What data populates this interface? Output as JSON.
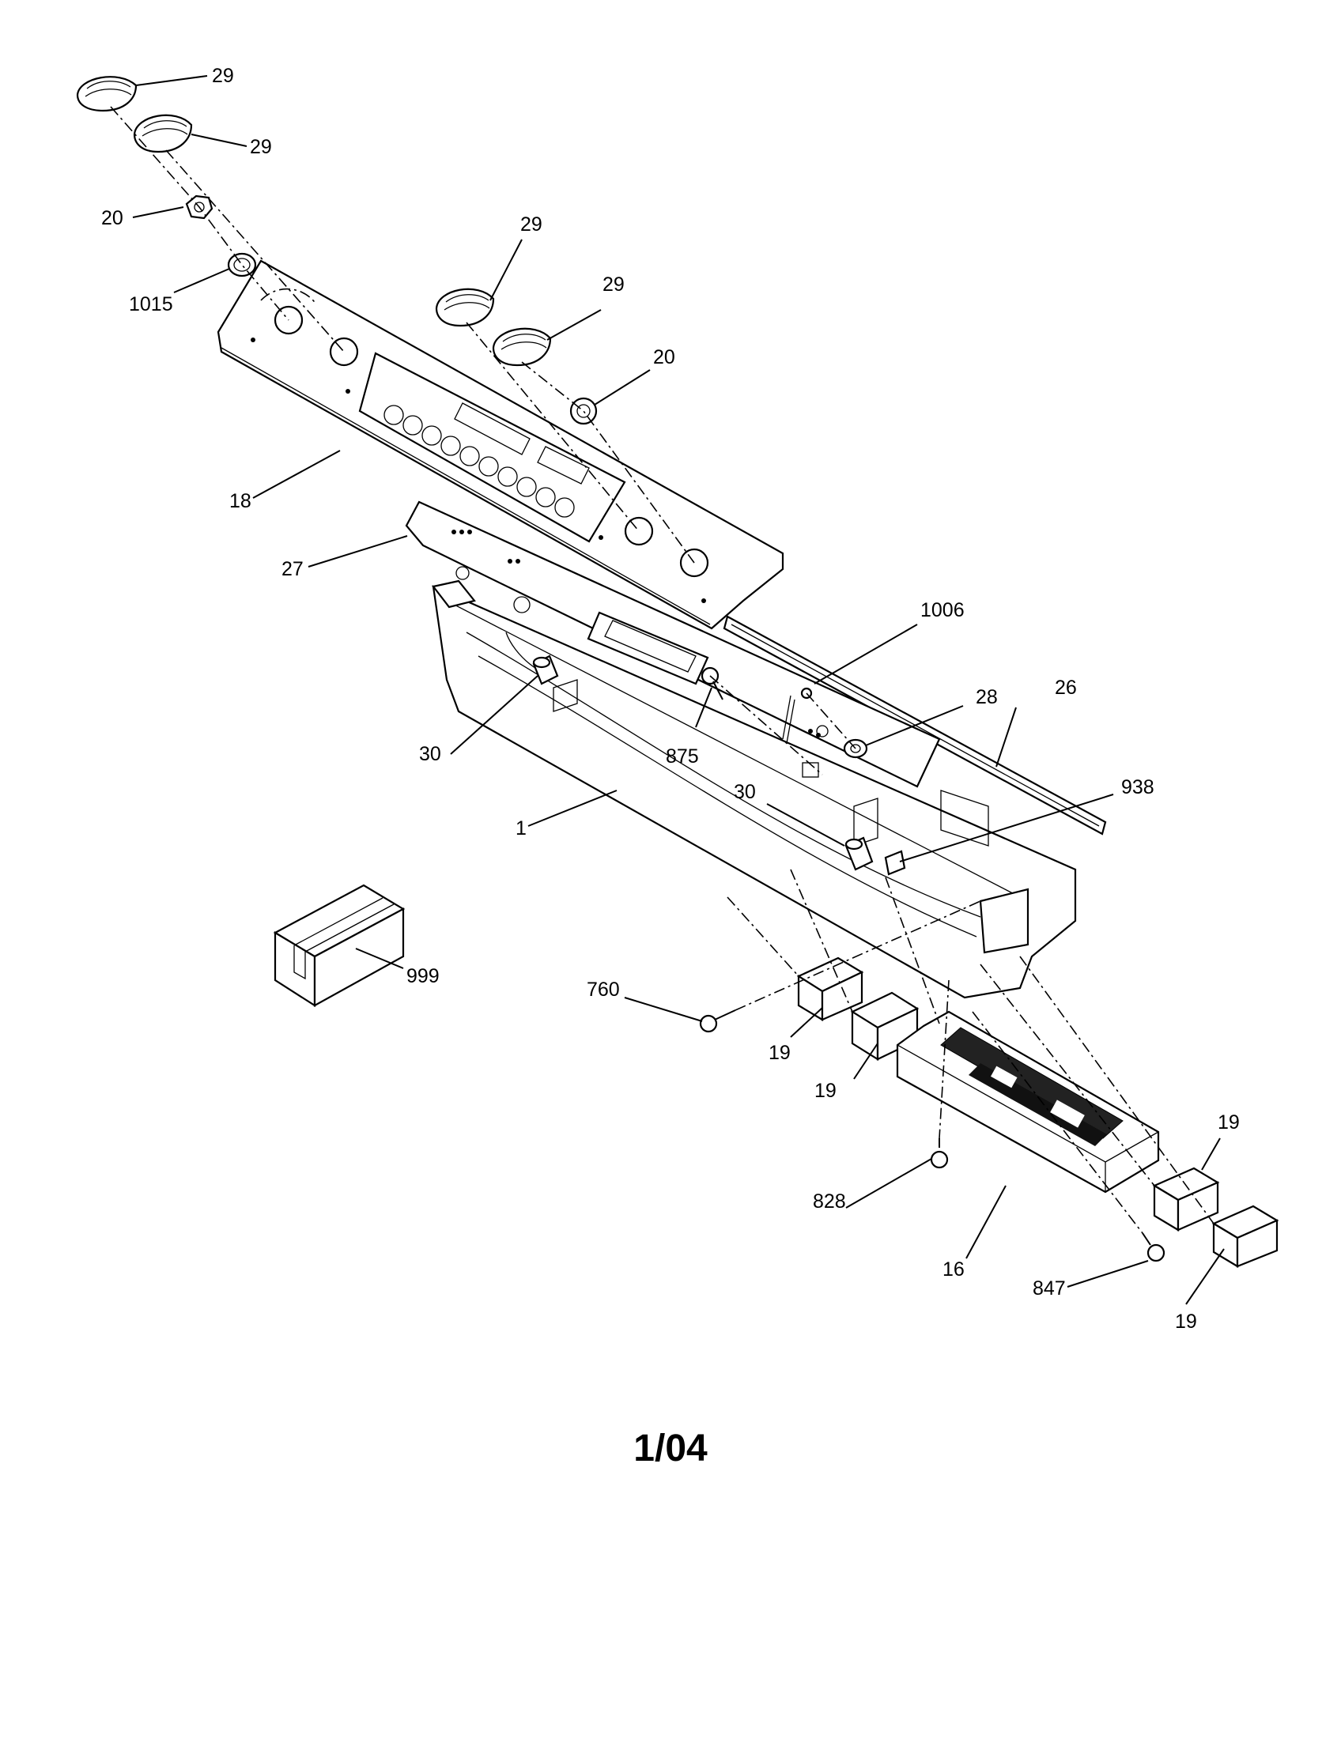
{
  "callouts": [
    {
      "id": "c-29a",
      "text": "29"
    },
    {
      "id": "c-29b",
      "text": "29"
    },
    {
      "id": "c-20a",
      "text": "20"
    },
    {
      "id": "c-1015",
      "text": "1015"
    },
    {
      "id": "c-29c",
      "text": "29"
    },
    {
      "id": "c-29d",
      "text": "29"
    },
    {
      "id": "c-20b",
      "text": "20"
    },
    {
      "id": "c-18",
      "text": "18"
    },
    {
      "id": "c-27",
      "text": "27"
    },
    {
      "id": "c-1006",
      "text": "1006"
    },
    {
      "id": "c-28",
      "text": "28"
    },
    {
      "id": "c-26",
      "text": "26"
    },
    {
      "id": "c-30a",
      "text": "30"
    },
    {
      "id": "c-875",
      "text": "875"
    },
    {
      "id": "c-30b",
      "text": "30"
    },
    {
      "id": "c-938",
      "text": "938"
    },
    {
      "id": "c-1",
      "text": "1"
    },
    {
      "id": "c-999",
      "text": "999"
    },
    {
      "id": "c-760",
      "text": "760"
    },
    {
      "id": "c-19a",
      "text": "19"
    },
    {
      "id": "c-19b",
      "text": "19"
    },
    {
      "id": "c-19c",
      "text": "19"
    },
    {
      "id": "c-828",
      "text": "828"
    },
    {
      "id": "c-16",
      "text": "16"
    },
    {
      "id": "c-847",
      "text": "847"
    },
    {
      "id": "c-19d",
      "text": "19"
    }
  ],
  "footer": {
    "code": "1/04"
  }
}
